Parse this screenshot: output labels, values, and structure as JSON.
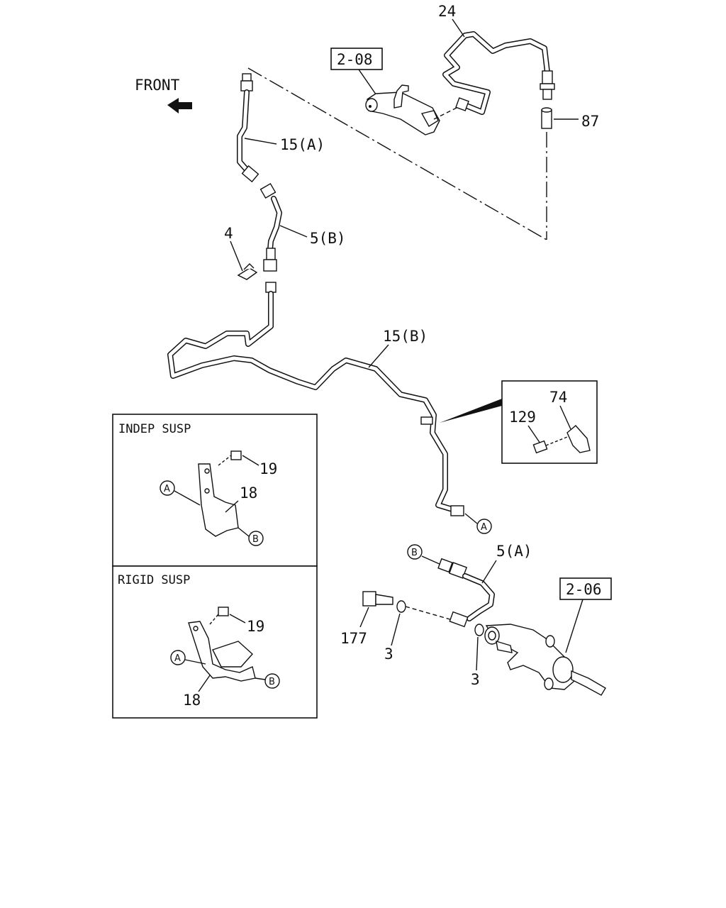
{
  "front_label": "FRONT",
  "refs": {
    "ref_208": "2-08",
    "ref_206": "2-06"
  },
  "callouts": {
    "c24": "24",
    "c87": "87",
    "c15a": "15(A)",
    "c5b": "5(B)",
    "c4": "4",
    "c15b": "15(B)",
    "c74": "74",
    "c129": "129",
    "c5a": "5(A)",
    "c177": "177",
    "c3a": "3",
    "c3b": "3"
  },
  "insets": {
    "indep": {
      "title": "INDEP SUSP",
      "bolt": "19",
      "bracket": "18"
    },
    "rigid": {
      "title": "RIGID SUSP",
      "bolt": "19",
      "bracket": "18"
    }
  },
  "markers": {
    "a": "A",
    "b": "B"
  }
}
